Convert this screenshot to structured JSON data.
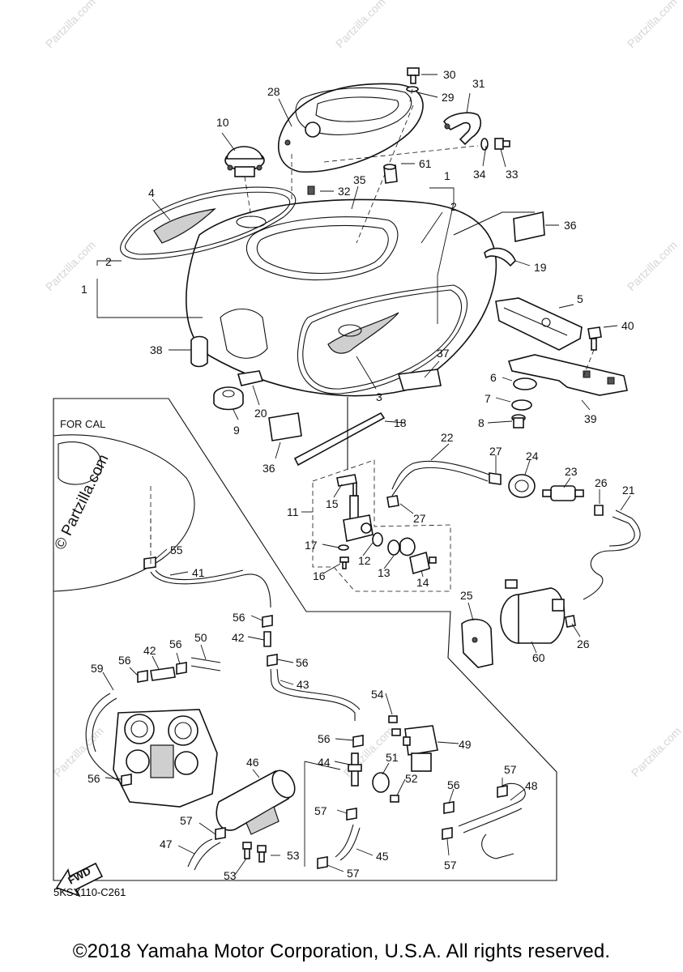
{
  "callouts": [
    "1",
    "2",
    "3",
    "4",
    "5",
    "6",
    "7",
    "8",
    "9",
    "10",
    "11",
    "12",
    "13",
    "14",
    "15",
    "16",
    "17",
    "18",
    "19",
    "20",
    "21",
    "22",
    "23",
    "24",
    "25",
    "26",
    "27",
    "28",
    "29",
    "30",
    "31",
    "32",
    "33",
    "34",
    "35",
    "36",
    "37",
    "38",
    "39",
    "40",
    "41",
    "42",
    "43",
    "44",
    "45",
    "46",
    "47",
    "48",
    "49",
    "50",
    "51",
    "52",
    "53",
    "54",
    "55",
    "56",
    "57",
    "59",
    "60",
    "61"
  ],
  "labels": {
    "for_cal": "FOR CAL",
    "fwd_arrow": "FWD",
    "diagram_code": "5KSY110-C261",
    "watermark": "© Partzilla.com",
    "watermark_small": "Partzilla.com"
  },
  "footer": {
    "copyright": "©2018 Yamaha Motor Corporation, U.S.A. All rights reserved."
  }
}
